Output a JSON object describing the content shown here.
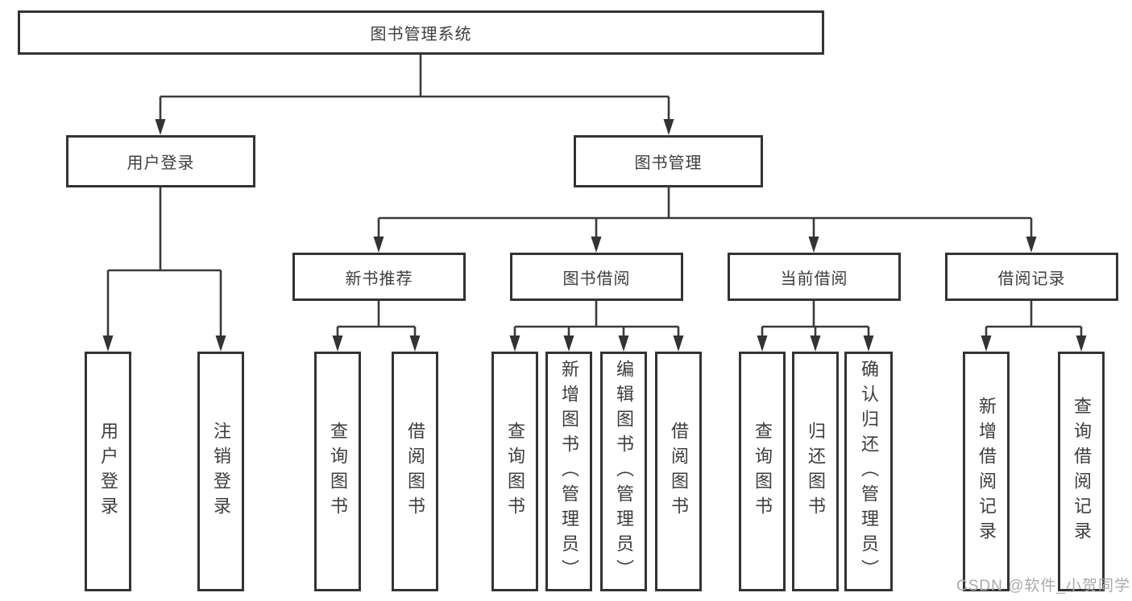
{
  "diagram": {
    "root": {
      "label": "图书管理系统"
    },
    "level2": {
      "user_login": {
        "label": "用户登录"
      },
      "book_mgmt": {
        "label": "图书管理"
      }
    },
    "level3": {
      "new_book_rec": {
        "label": "新书推荐"
      },
      "book_borrow": {
        "label": "图书借阅"
      },
      "current_borrow": {
        "label": "当前借阅"
      },
      "borrow_records": {
        "label": "借阅记录"
      }
    },
    "leaves": {
      "user_login": [
        "用户登录",
        "注销登录"
      ],
      "new_book_rec": [
        "查询图书",
        "借阅图书"
      ],
      "book_borrow": [
        "查询图书",
        "新增图书（管理员）",
        "编辑图书（管理员）",
        "借阅图书"
      ],
      "current_borrow": [
        "查询图书",
        "归还图书",
        "确认归还（管理员）"
      ],
      "borrow_records": [
        "新增借阅记录",
        "查询借阅记录"
      ]
    }
  },
  "watermark": "CSDN @软件_小贺同学",
  "colors": {
    "line": "#3a3a3a",
    "border": "#333333",
    "text": "#3d3d3d",
    "watermark": "#a9a9a9",
    "background": "#ffffff"
  }
}
